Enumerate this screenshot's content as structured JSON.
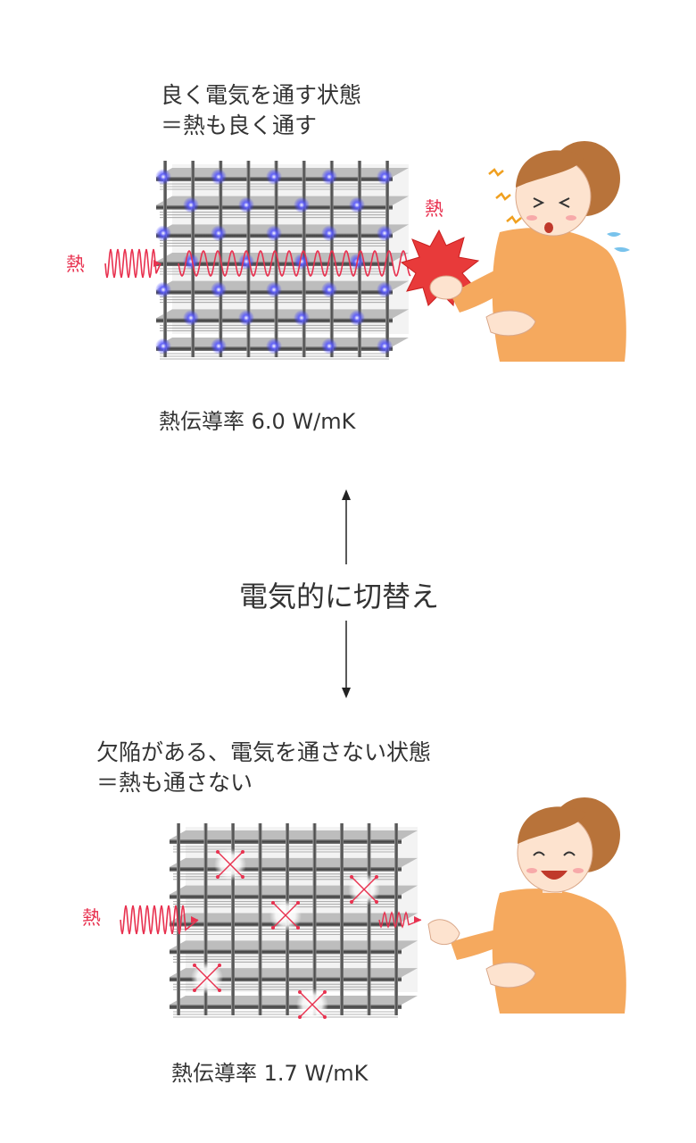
{
  "top": {
    "caption_line1": "良く電気を通す状態",
    "caption_line2": "＝熱も良く通す",
    "heat_label_left": "熱",
    "heat_label_right": "熱",
    "conductivity": "熱伝導率  6.0 W/mK"
  },
  "middle": {
    "switch_label": "電気的に切替え"
  },
  "bottom": {
    "caption_line1": "欠陥がある、電気を通さない状態",
    "caption_line2": "＝熱も通さない",
    "heat_label_left": "熱",
    "conductivity": "熱伝導率  1.7 W/mK"
  },
  "colors": {
    "text": "#333333",
    "heat": "#e8314f",
    "lattice": "#555555",
    "electron_glow": "#3b3bff",
    "shirt": "#f5a95e",
    "hair": "#b8733a",
    "skin": "#fde3cf",
    "burst": "#e83a3a"
  }
}
